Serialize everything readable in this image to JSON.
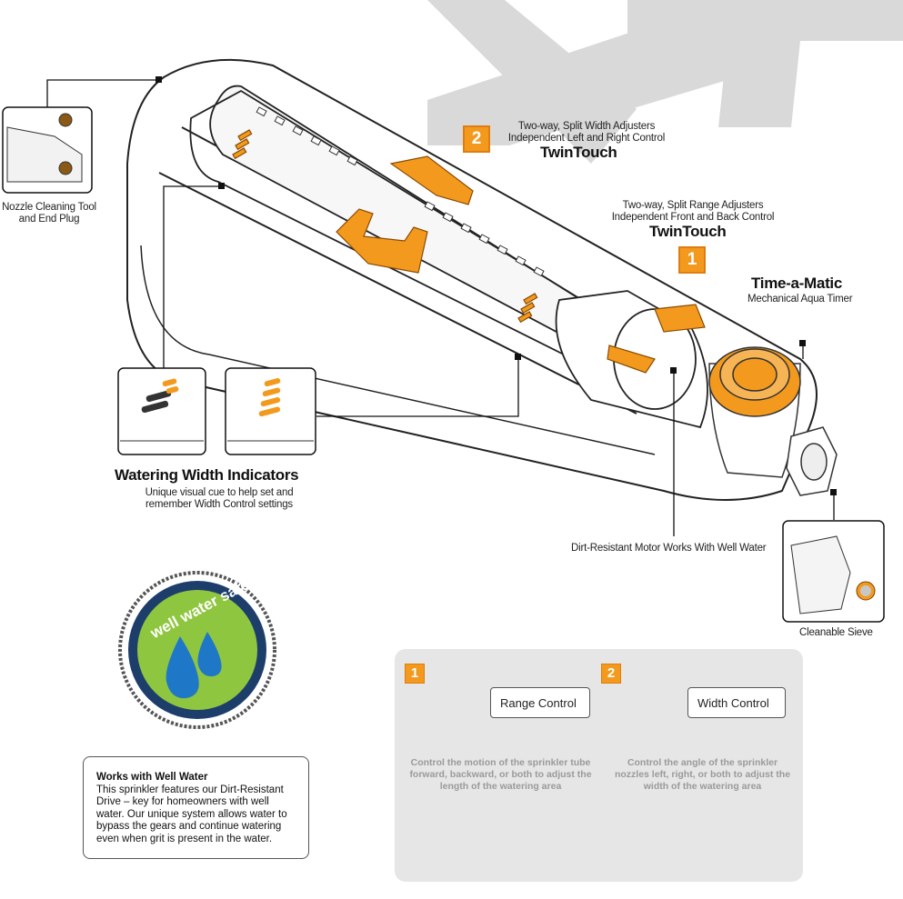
{
  "labels": {
    "nozzle_tool": "Nozzle Cleaning Tool and End Plug",
    "twin_top_desc": "Two-way, Split Width Adjusters Independent Left and Right Control",
    "twin_top_title": "TwinTouch",
    "twin_mid_desc": "Two-way, Split Range Adjusters Independent Front and Back Control",
    "twin_mid_title": "TwinTouch",
    "timer_title": "Time-a-Matic",
    "timer_sub": "Mechanical Aqua Timer",
    "width_title": "Watering Width Indicators",
    "width_sub": "Unique visual cue to help set  and remember Width Control settings",
    "motor": "Dirt-Resistant Motor Works With Well Water",
    "sieve": "Cleanable Sieve"
  },
  "badges": {
    "one": "1",
    "two": "2"
  },
  "well_water_badge": "well water safe",
  "well_box": {
    "title": "Works with Well Water",
    "body": "This sprinkler features our Dirt-Resistant Drive – key for homeowners with well water. Our unique system allows water to bypass the gears and continue watering even when grit is present in the water."
  },
  "controls": [
    {
      "num": "1",
      "label": "Range Control",
      "desc": "Control the motion of the sprinkler tube forward, backward, or both to adjust the length of the watering area"
    },
    {
      "num": "2",
      "label": "Width Control",
      "desc": "Control the angle of the sprinkler nozzles left, right, or both to adjust the width of the watering area"
    }
  ],
  "colors": {
    "accent": "#f39a1e",
    "logo_grey": "#d7d7d7",
    "panel_grey": "#e6e6e6",
    "water_blue": "#2a9ee0",
    "grass_green": "#7dc242"
  }
}
